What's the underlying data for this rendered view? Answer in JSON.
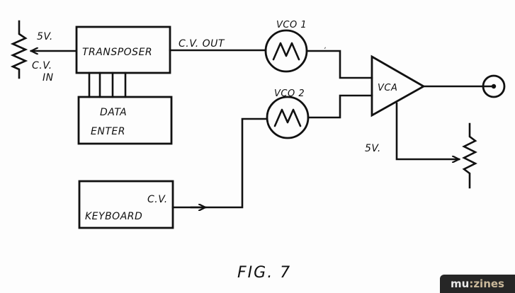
{
  "figure": {
    "caption": "FIG. 7",
    "labels": {
      "transposer": "TRANSPOSER",
      "data_enter_line1": "DATA",
      "data_enter_line2": "ENTER",
      "keyboard": "KEYBOARD",
      "keyboard_cv": "C.V.",
      "cv_out": "C.V. OUT",
      "vco1": "VCO 1",
      "vco2": "VCO 2",
      "vca": "VCA",
      "left_pot_voltage": "5V.",
      "left_pot_cv_line1": "C.V.",
      "left_pot_cv_line2": "IN",
      "right_pot_voltage": "5V."
    },
    "data_bus_line_count": 4
  },
  "branding": {
    "logo_part1": "mu",
    "logo_part2": ":zines",
    "colors": {
      "logo_bg": "#262626",
      "logo_mu": "#e9e9e9",
      "logo_zines": "#c9b89a",
      "ink": "#111111"
    }
  }
}
